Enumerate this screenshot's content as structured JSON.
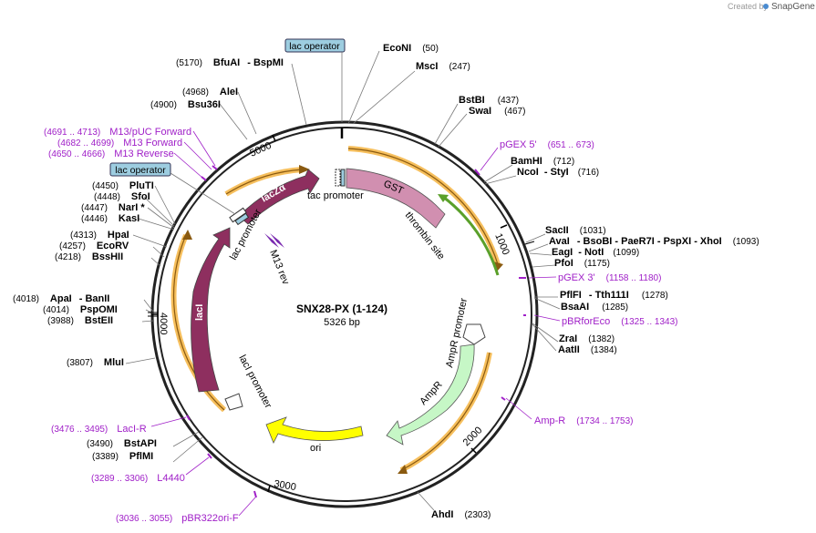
{
  "watermark": {
    "created_by": "Created by",
    "brand": "SnapGene"
  },
  "plasmid": {
    "name": "SNX28-PX (1-124)",
    "length_label": "5326 bp",
    "length": 5326
  },
  "ruler_ticks": [
    "1000",
    "2000",
    "3000",
    "4000",
    "5000"
  ],
  "features": {
    "gst": "GST",
    "thrombin": "thrombin site",
    "tac_promoter": "tac promoter",
    "lacz": "lacZα",
    "m13rev": "M13 rev",
    "lac_promoter": "lac promoter",
    "laci": "lacI",
    "laci_promoter": "lacI promoter",
    "ampr": "AmpR",
    "ampr_promoter": "AmpR promoter",
    "ori": "ori"
  },
  "lac_operator": "lac operator",
  "enzymes": {
    "econi": {
      "name": "EcoNI",
      "pos": "(50)"
    },
    "msci": {
      "name": "MscI",
      "pos": "(247)"
    },
    "bstbi": {
      "name": "BstBI",
      "pos": "(437)"
    },
    "swai": {
      "name": "SwaI",
      "pos": "(467)"
    },
    "bamhi": {
      "name": "BamHI",
      "pos": "(712)"
    },
    "ncoi": {
      "name": "NcoI",
      "pos": "(716)",
      "also": "- StyI"
    },
    "sacii": {
      "name": "SacII",
      "pos": "(1031)"
    },
    "avai": {
      "name": "AvaI",
      "extra": "- BsoBI   - PaeR7I   - PspXI   - XhoI",
      "pos": "(1093)"
    },
    "eagi": {
      "name": "EagI",
      "also": "- NotI",
      "pos": "(1099)"
    },
    "pfoi": {
      "name": "PfoI",
      "pos": "(1175)"
    },
    "pflfi": {
      "name": "PflFI",
      "also": "- Tth111I",
      "pos": "(1278)"
    },
    "bsaai": {
      "name": "BsaAI",
      "pos": "(1285)"
    },
    "zrai": {
      "name": "ZraI",
      "pos": "(1382)"
    },
    "aatii": {
      "name": "AatII",
      "pos": "(1384)"
    },
    "ahdi": {
      "name": "AhdI",
      "pos": "(2303)"
    },
    "pflmi": {
      "name": "PflMI",
      "pos": "(3389)"
    },
    "bstapi": {
      "name": "BstAPI",
      "pos": "(3490)"
    },
    "mlui": {
      "name": "MluI",
      "pos": "(3807)"
    },
    "bsteii": {
      "name": "BstEII",
      "pos": "(3988)"
    },
    "pspomi": {
      "name": "PspOMI",
      "pos": "(4014)"
    },
    "apai": {
      "name": "ApaI",
      "also": "- BanII",
      "pos": "(4018)"
    },
    "bsshii": {
      "name": "BssHII",
      "pos": "(4218)"
    },
    "ecorv": {
      "name": "EcoRV",
      "pos": "(4257)"
    },
    "hpai": {
      "name": "HpaI",
      "pos": "(4313)"
    },
    "kasi": {
      "name": "KasI",
      "pos": "(4446)"
    },
    "nari": {
      "name": "NarI *",
      "pos": "(4447)"
    },
    "sfoi": {
      "name": "SfoI",
      "pos": "(4448)"
    },
    "pluti": {
      "name": "PluTI",
      "pos": "(4450)"
    },
    "bsu36i": {
      "name": "Bsu36I",
      "pos": "(4900)"
    },
    "alei": {
      "name": "AleI",
      "pos": "(4968)"
    },
    "bfuai": {
      "name": "BfuAI",
      "also": "- BspMI",
      "pos": "(5170)"
    }
  },
  "primers": {
    "pgex5": {
      "name": "pGEX 5'",
      "pos": "(651 .. 673)"
    },
    "pgex3": {
      "name": "pGEX 3'",
      "pos": "(1158 .. 1180)"
    },
    "pbrforeco": {
      "name": "pBRforEco",
      "pos": "(1325 .. 1343)"
    },
    "ampr": {
      "name": "Amp-R",
      "pos": "(1734 .. 1753)"
    },
    "pbr322ori": {
      "name": "pBR322ori-F",
      "pos": "(3036 .. 3055)"
    },
    "l4440": {
      "name": "L4440",
      "pos": "(3289 .. 3306)"
    },
    "laci_r": {
      "name": "LacI-R",
      "pos": "(3476 .. 3495)"
    },
    "m13rev": {
      "name": "M13 Reverse",
      "pos": "(4650 .. 4666)"
    },
    "m13fwd": {
      "name": "M13 Forward",
      "pos": "(4682 .. 4699)"
    },
    "m13puc": {
      "name": "M13/pUC Forward",
      "pos": "(4691 .. 4713)"
    }
  },
  "colors": {
    "gst": "#d18fb0",
    "lacz": "#8e2f5f",
    "laci": "#8e2f5f",
    "ampr": "#c6f7c6",
    "ori": "#ffff00",
    "orange_arrow": "#f5b84b",
    "green_arrow": "#5aa02a",
    "primer": "#a020c8",
    "operator_fill": "#9dcde0"
  }
}
